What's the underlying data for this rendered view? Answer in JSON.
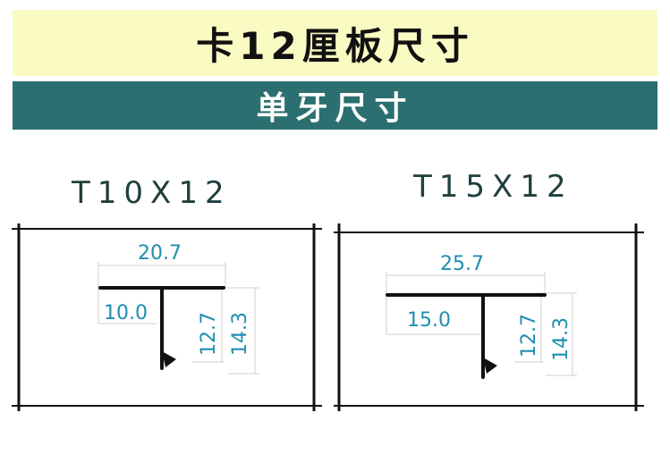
{
  "header": {
    "title": "卡12厘板尺寸"
  },
  "section": {
    "title": "单牙尺寸"
  },
  "profiles": [
    {
      "name": "T10X12",
      "width": "20.7",
      "flange": "10.0",
      "inner_height": "12.7",
      "total_height": "14.3"
    },
    {
      "name": "T15X12",
      "width": "25.7",
      "flange": "15.0",
      "inner_height": "12.7",
      "total_height": "14.3"
    }
  ],
  "colors": {
    "banner_bg": "#fafac3",
    "subbar_bg": "#2b6f70",
    "dimension_text": "#1e8fb0"
  }
}
